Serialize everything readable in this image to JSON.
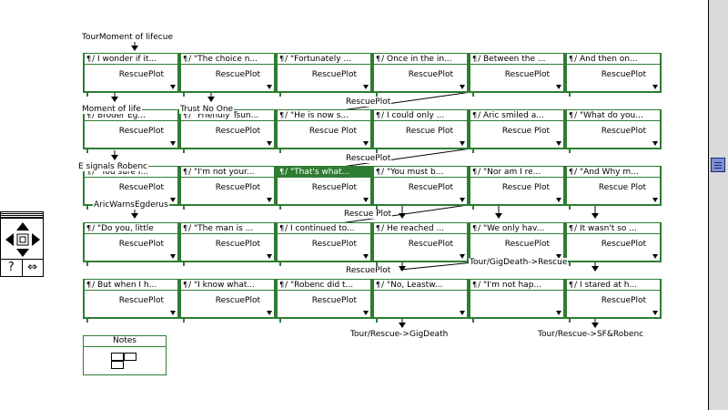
{
  "colors": {
    "node_border": "#2e7d32",
    "selected_fill": "#2e7d32",
    "scroll_thumb": "#7f8fd1"
  },
  "icons": {
    "node_mark": "¶",
    "palette_help": "?",
    "palette_resize": "⇔",
    "palette_center": "▫"
  },
  "nodes": [
    {
      "title": "/ I wonder if it...",
      "link": "RescuePlot"
    },
    {
      "title": "/ \"The choice n...",
      "link": "RescuePlot"
    },
    {
      "title": "/ \"Fortunately ...",
      "link": "RescuePlot"
    },
    {
      "title": "/ Once in the in...",
      "link": "RescuePlot"
    },
    {
      "title": "/ Between the ...",
      "link": "RescuePlot"
    },
    {
      "title": "/ And then on...",
      "link": "RescuePlot"
    },
    {
      "title": "/ Broder Eg...",
      "link": "RescuePlot"
    },
    {
      "title": "/ \"Friendly Tsun...",
      "link": "RescuePlot"
    },
    {
      "title": "/ \"He is now s...",
      "link": "Rescue Plot"
    },
    {
      "title": "/ I could only ...",
      "link": "Rescue Plot"
    },
    {
      "title": "/ Aric smiled a...",
      "link": "Rescue Plot"
    },
    {
      "title": "/ \"What do you...",
      "link": "RescuePlot"
    },
    {
      "title": "/ \"You sure I...",
      "link": "RescuePlot"
    },
    {
      "title": "/ \"I'm not your...",
      "link": "RescuePlot"
    },
    {
      "title": "/ \"That's what...",
      "link": "RescuePlot",
      "selected": true
    },
    {
      "title": "/ \"You must b...",
      "link": "RescuePlot"
    },
    {
      "title": "/ \"Nor am I re...",
      "link": "Rescue Plot"
    },
    {
      "title": "/ \"And Why m...",
      "link": "Rescue Plot"
    },
    {
      "title": "/ \"Do you, little",
      "link": "RescuePlot"
    },
    {
      "title": "/ \"The man is ...",
      "link": "RescuePlot"
    },
    {
      "title": "/ I continued to...",
      "link": "RescuePlot"
    },
    {
      "title": "/ He reached ...",
      "link": "RescuePlot"
    },
    {
      "title": "/ \"We only hav...",
      "link": "RescuePlot"
    },
    {
      "title": "/ It wasn't so ...",
      "link": "RescuePlot"
    },
    {
      "title": "/ But when I h...",
      "link": "RescuePlot"
    },
    {
      "title": "/ \"I know what...",
      "link": "RescuePlot"
    },
    {
      "title": "/ \"Robenc did t...",
      "link": "RescuePlot"
    },
    {
      "title": "/ \"No, Leastw...",
      "link": ""
    },
    {
      "title": "/ \"I'm not hap...",
      "link": ""
    },
    {
      "title": "/ I stared at h...",
      "link": "RescuePlot"
    }
  ],
  "labels": {
    "tour_moment": "TourMoment of lifecue",
    "moment_of_life": "Moment of life",
    "trust_no_one": "Trust No One",
    "e_signals": "E signals Robenc",
    "aric_warns": "AricWarnsEgderus",
    "mid1": "RescuePlot",
    "mid2": "RescuePlot",
    "mid3": "Rescue Plot",
    "mid4": "RescuePlot",
    "tour_gigdeath_rescue": "Tour/GigDeath->Rescue",
    "tour_rescue_gigdeath": "Tour/Rescue->GigDeath",
    "tour_rescue_sf": "Tour/Rescue->SF&Robenc"
  },
  "notes": {
    "title": "Notes"
  }
}
